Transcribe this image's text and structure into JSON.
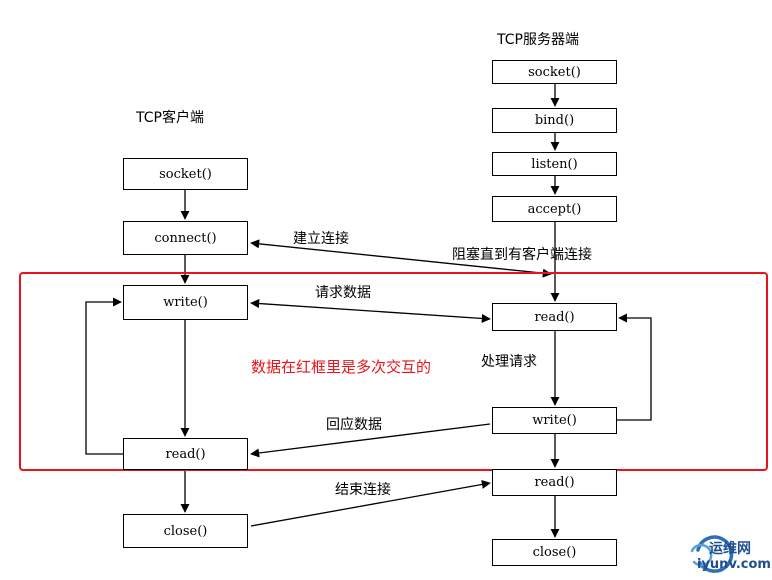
{
  "client": {
    "title": "TCP客户端",
    "boxes": {
      "socket": "socket()",
      "connect": "connect()",
      "write": "write()",
      "read": "read()",
      "close": "close()"
    }
  },
  "server": {
    "title": "TCP服务器端",
    "boxes": {
      "socket": "socket()",
      "bind": "bind()",
      "listen": "listen()",
      "accept": "accept()",
      "read": "read()",
      "write": "write()",
      "read_end": "read()",
      "close": "close()"
    }
  },
  "labels": {
    "connect": "建立连接",
    "block": "阻塞直到有客户端连接",
    "request": "请求数据",
    "process": "处理请求",
    "response": "回应数据",
    "end": "结束连接"
  },
  "annotation": "数据在红框里是多次交互的",
  "watermark": {
    "name": "运维网",
    "url": "iyunv.com"
  },
  "colors": {
    "highlight": "#e8141c",
    "line": "#000000"
  }
}
